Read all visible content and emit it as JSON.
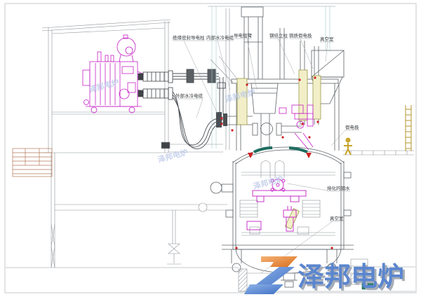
{
  "labels": {
    "insulated_seal_column": "绝缘密封导电柱",
    "internal_water_cooled_cable": "内部水冷电缆",
    "conductive_short_arm": "导电短臂",
    "steel_column": "钢结立柱",
    "copper_dummy_electrode": "铜质假电极",
    "vacuum_chamber_top": "真空室",
    "external_water_cooled_cable": "外部水冷电缆",
    "dummy_electrode": "假电极",
    "molten_steel": "熔化的钢水",
    "vacuum_chamber_lower": "真空室"
  },
  "watermark_text": "泽邦电炉",
  "logo": {
    "wordmark": "泽邦电炉",
    "blue": "#5b86cf",
    "orange": "#e8883f",
    "shadow": "#a7adb6"
  },
  "palette": {
    "cad_line": "#5d6267",
    "magenta_equipment": "#c520c5",
    "hydraulic_cylinder": "#f2efc8",
    "teal_segment": "#1e6e60",
    "guide_line_teal": "#9fcfca",
    "red_marker": "#cc2020",
    "person_yellow": "#c8a42a",
    "grille_brown": "#b5795a",
    "watermark_blue": "#b7c5e6"
  }
}
